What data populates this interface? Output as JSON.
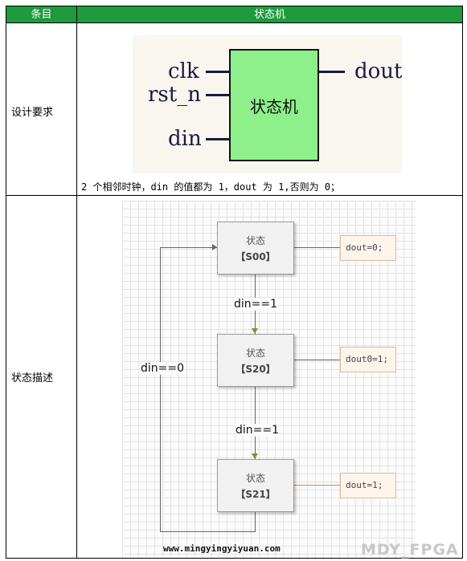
{
  "table": {
    "header": {
      "col1": "条目",
      "col2": "状态机"
    },
    "rows": [
      {
        "label": "设计要求"
      },
      {
        "label": "状态描述"
      }
    ]
  },
  "block_diagram": {
    "inputs": [
      "clk",
      "rst_n",
      "din"
    ],
    "output": "dout",
    "box_label": "状态机",
    "box_color": "#8ef08a",
    "description": "2 个相邻时钟，din 的值都为 1，dout 为 1,否则为 0；"
  },
  "state_diagram": {
    "states": [
      {
        "name": "状态",
        "code": "【S00】",
        "output": "dout=0;"
      },
      {
        "name": "状态",
        "code": "【S20】",
        "output": "dout0=1;"
      },
      {
        "name": "状态",
        "code": "【S21】",
        "output": "dout=1;"
      }
    ],
    "transitions": {
      "s00_to_s20": "din==1",
      "s20_to_s21": "din==1",
      "back_to_s00": "din==0"
    },
    "watermark_url": "www.mingyingyiyuan.com",
    "watermark_brand": "MDY_FPGA"
  }
}
